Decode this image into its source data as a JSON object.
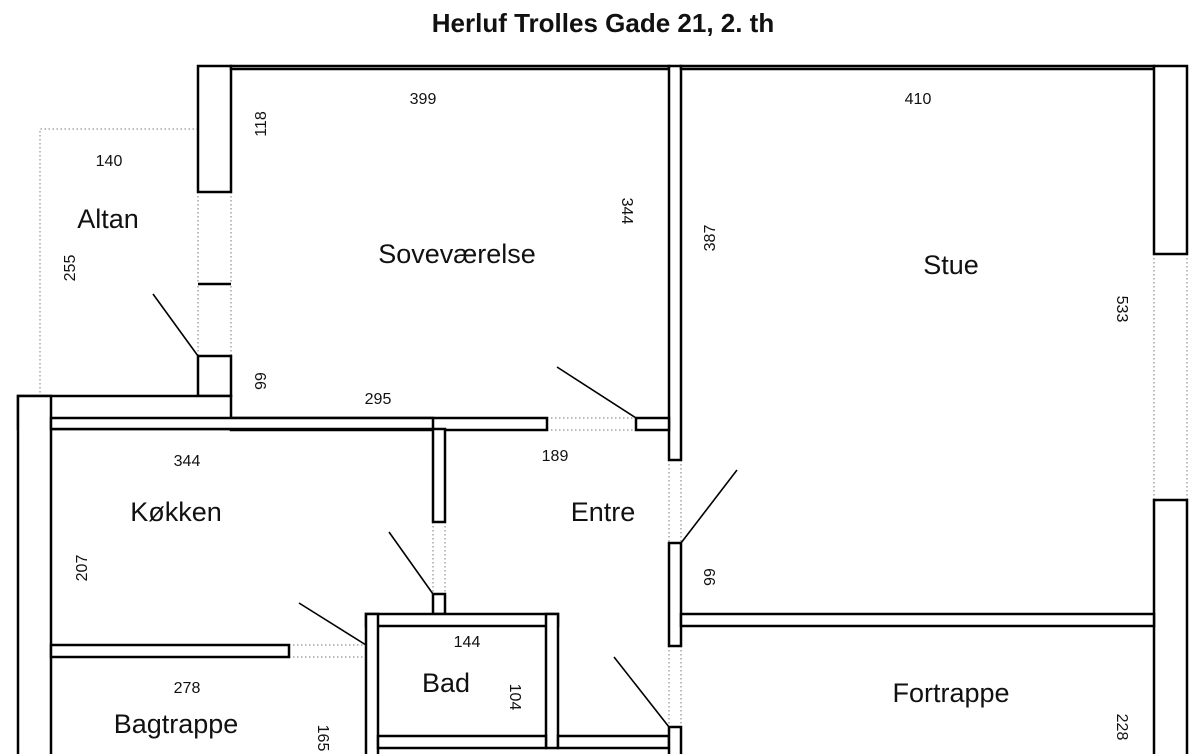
{
  "plan": {
    "title": "Herluf Trolles Gade 21, 2. th",
    "rooms": {
      "altan": "Altan",
      "sovevaerelse": "Soveværelse",
      "stue": "Stue",
      "kokken": "Køkken",
      "entre": "Entre",
      "bad": "Bad",
      "bagtrappe": "Bagtrappe",
      "fortrappe": "Fortrappe"
    },
    "dimensions": {
      "altan_width": "140",
      "altan_depth": "255",
      "sove_top": "399",
      "sove_left_upper": "118",
      "sove_right": "344",
      "sove_left_lower": "66",
      "sove_bottom": "295",
      "stue_top": "410",
      "stue_left": "387",
      "stue_right": "533",
      "stue_door": "66",
      "kokken_top": "344",
      "kokken_left": "207",
      "entre_top": "189",
      "bad_top": "144",
      "bad_right": "104",
      "bagtrappe_top": "278",
      "bagtrappe_right": "165",
      "fortrappe_right": "228"
    }
  }
}
